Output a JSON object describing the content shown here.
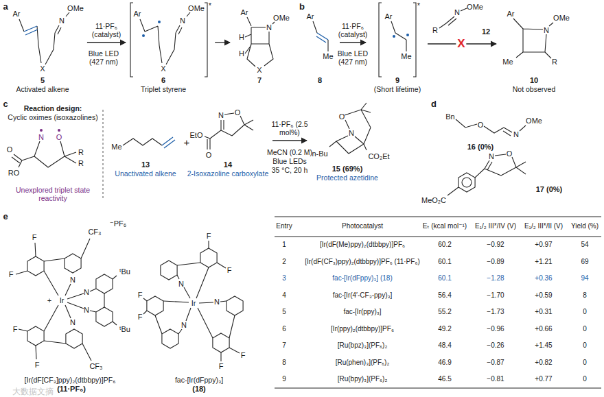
{
  "diagram": {
    "nodes": [
      {
        "text": [
          "Ar",
          "N",
          "OMe",
          "X",
          "5",
          "Activated alkene"
        ]
      },
      {
        "text": [
          "Ar",
          "N",
          "OMe",
          "X",
          "*",
          "6",
          "Triplet styrene"
        ]
      },
      {
        "text": [
          "Ar",
          "H",
          "H",
          "N",
          "OMe",
          "X",
          "7"
        ]
      },
      {
        "text": [
          "Ar",
          "Me",
          "8"
        ]
      },
      {
        "text": [
          "Ar",
          "Me",
          "*",
          "9",
          "(Short lifetime)"
        ]
      },
      {
        "text": [
          "N",
          "OMe",
          "R",
          "12"
        ]
      },
      {
        "text": [
          "Ar",
          "N",
          "OMe",
          "Me",
          "R",
          "10",
          "Not observed"
        ]
      },
      {
        "text": [
          "Reaction design:",
          "Cyclic oximes (isoxazolines)",
          "N",
          "O",
          "RO",
          "O",
          "R",
          "R",
          "Unexplored triplet state reactivity"
        ]
      },
      {
        "text": [
          "Me",
          "13",
          "Unactivated alkene"
        ]
      },
      {
        "text": [
          "EtO",
          "O",
          "N",
          "O",
          "14",
          "2-Isoxazoline carboxylate"
        ]
      },
      {
        "text": [
          "O",
          "N",
          "n-Bu",
          "CO₂Et",
          "15 (69%)",
          "Protected azetidine"
        ]
      },
      {
        "text": [
          "Bn",
          "O",
          "N",
          "OMe",
          "16 (0%)"
        ]
      },
      {
        "text": [
          "N",
          "O",
          "MeO₂C",
          "17 (0%)"
        ]
      },
      {
        "text": [
          "F",
          "F",
          "F",
          "F",
          "CF₃",
          "CF₃",
          "N",
          "N",
          "N",
          "N",
          "Ir",
          "+",
          "ᵗBu",
          "ᵗBu",
          "⁻PF₆",
          "[Ir(dF[CF₃]ppy)₂(dtbbpy)]PF₆",
          "(11·PF₆)"
        ]
      },
      {
        "text": [
          "F",
          "F",
          "F",
          "F",
          "F",
          "F",
          "N",
          "N",
          "N",
          "Ir",
          "fac-[Ir(dFppy)₃]",
          "(18)"
        ]
      }
    ],
    "edges": [
      {
        "from": 0,
        "to": 1,
        "arrow": "to",
        "label": "11·PF₆ (catalyst)"
      },
      {
        "from": 1,
        "to": 2,
        "arrow": "to"
      },
      {
        "from": 3,
        "to": 4,
        "arrow": "to",
        "label": "11·PF₆ (catalyst)"
      },
      {
        "from": 4,
        "to": 6,
        "arrow": "to"
      },
      {
        "from": 9,
        "to": 10,
        "arrow": "to",
        "label": "11·PF₆ (2.5 mol%)"
      }
    ],
    "labels": [
      "a",
      "Blue LED (427 nm)",
      "b",
      "Blue LED (427 nm)",
      "X",
      "c",
      "+",
      "MeCN (0.2 M)",
      "Blue LEDs",
      "35 °C, 20 h",
      "d",
      "e",
      "Entry",
      "Photocatalyst",
      "Eₜ (kcal mol⁻¹)",
      "E₁/₂ III*/IV (V)",
      "E₁/₂ III*/II (V)",
      "Yield (%)",
      "1",
      "[Ir(dF(Me)ppy)₂(dtbbpy)]PF₆",
      "60.2",
      "−0.92",
      "+0.97",
      "54",
      "2",
      "[Ir(dF(CF₃)ppy)₂(dtbbpy)]PF₆ (11·PF₆)",
      "60.1",
      "−0.89",
      "+1.21",
      "69",
      "3",
      "fac-[Ir(dFppy)₃] (18)",
      "60.1",
      "−1.28",
      "+0.36",
      "94",
      "4",
      "fac-[Ir(4′-CF₃-ppy)₃]",
      "56.4",
      "−1.70",
      "+0.59",
      "8",
      "5",
      "fac-[Ir(ppy)₃]",
      "55.2",
      "−1.73",
      "+0.31",
      "0",
      "6",
      "[Ir(ppy)₂(dtbbpy)]PF₆",
      "49.2",
      "−0.96",
      "+0.66",
      "0",
      "7",
      "[Ru(bpz)₃](PF₆)₂",
      "48.4",
      "−0.26",
      "+1.45",
      "0",
      "8",
      "[Ru(phen)₃](PF₆)₂",
      "46.9",
      "−0.87",
      "+0.82",
      "0",
      "9",
      "[Ru(bpy)₃](PF₆)₂",
      "46.5",
      "−0.81",
      "+0.77",
      "0",
      "大数据文摘"
    ]
  }
}
